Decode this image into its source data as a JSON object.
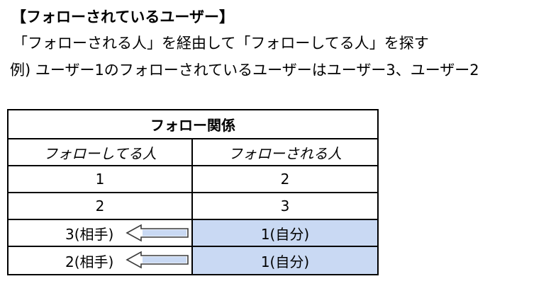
{
  "heading": "【フォローされているユーザー】",
  "description": "「フォローされる人」を経由して「フォローしてる人」を探す",
  "example": "例) ユーザー1のフォローされているユーザーはユーザー3、ユーザー2",
  "table": {
    "title": "フォロー関係",
    "headers": {
      "left": "フォローしてる人",
      "right": "フォローされる人"
    },
    "rows": [
      {
        "left": "1",
        "right": "2"
      },
      {
        "left": "2",
        "right": "3"
      },
      {
        "left": "3(相手)",
        "right": "1(自分)",
        "highlight": true,
        "arrow": true
      },
      {
        "left": "2(相手)",
        "right": "1(自分)",
        "highlight": true,
        "arrow": true
      }
    ],
    "highlight_color": "#c9d9f3",
    "arrow_icon": "left-arrow-outline-icon"
  }
}
